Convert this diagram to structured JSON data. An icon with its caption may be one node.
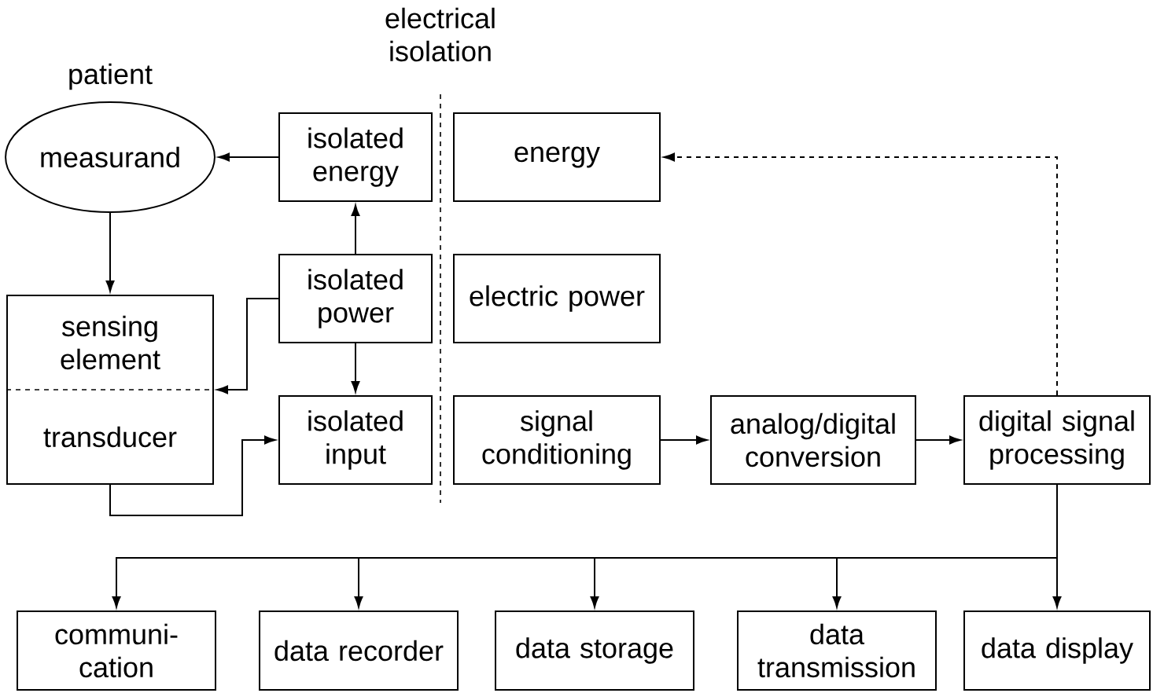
{
  "diagram": {
    "nodes": [
      {
        "text": [
          "measurand"
        ],
        "beside": [
          "patient"
        ]
      },
      {
        "text": [
          "isolated energy"
        ]
      },
      {
        "text": [
          "isolated power"
        ]
      },
      {
        "text": [
          "isolated input"
        ]
      },
      {
        "text": [
          "sensing element",
          "transducer"
        ]
      },
      {
        "text": [
          "energy"
        ]
      },
      {
        "text": [
          "electric power"
        ]
      },
      {
        "text": [
          "signal conditioning"
        ]
      },
      {
        "text": [
          "analog/digital conversion"
        ]
      },
      {
        "text": [
          "digital signal processing"
        ]
      },
      {
        "text": [
          "communi-cation"
        ]
      },
      {
        "text": [
          "data recorder"
        ]
      },
      {
        "text": [
          "data storage"
        ]
      },
      {
        "text": [
          "data transmission"
        ]
      },
      {
        "text": [
          "data display"
        ]
      }
    ],
    "edges": [
      {
        "from": 1,
        "to": 0,
        "arrow": "to"
      },
      {
        "from": 0,
        "to": 4,
        "arrow": "to"
      },
      {
        "from": 2,
        "to": 1,
        "arrow": "to"
      },
      {
        "from": 2,
        "to": 3,
        "arrow": "to"
      },
      {
        "from": 2,
        "to": 4,
        "arrow": "to"
      },
      {
        "from": 4,
        "to": 3,
        "arrow": "to"
      },
      {
        "from": 7,
        "to": 8,
        "arrow": "to"
      },
      {
        "from": 8,
        "to": 9,
        "arrow": "to"
      },
      {
        "from": 9,
        "to": 5,
        "arrow": "to",
        "style": "dashed"
      },
      {
        "from": 9,
        "to": 10,
        "arrow": "to"
      },
      {
        "from": 9,
        "to": 11,
        "arrow": "to"
      },
      {
        "from": 9,
        "to": 12,
        "arrow": "to"
      },
      {
        "from": 9,
        "to": 13,
        "arrow": "to"
      },
      {
        "from": 9,
        "to": 14,
        "arrow": "to"
      }
    ],
    "labels": [
      "electrical isolation"
    ]
  }
}
